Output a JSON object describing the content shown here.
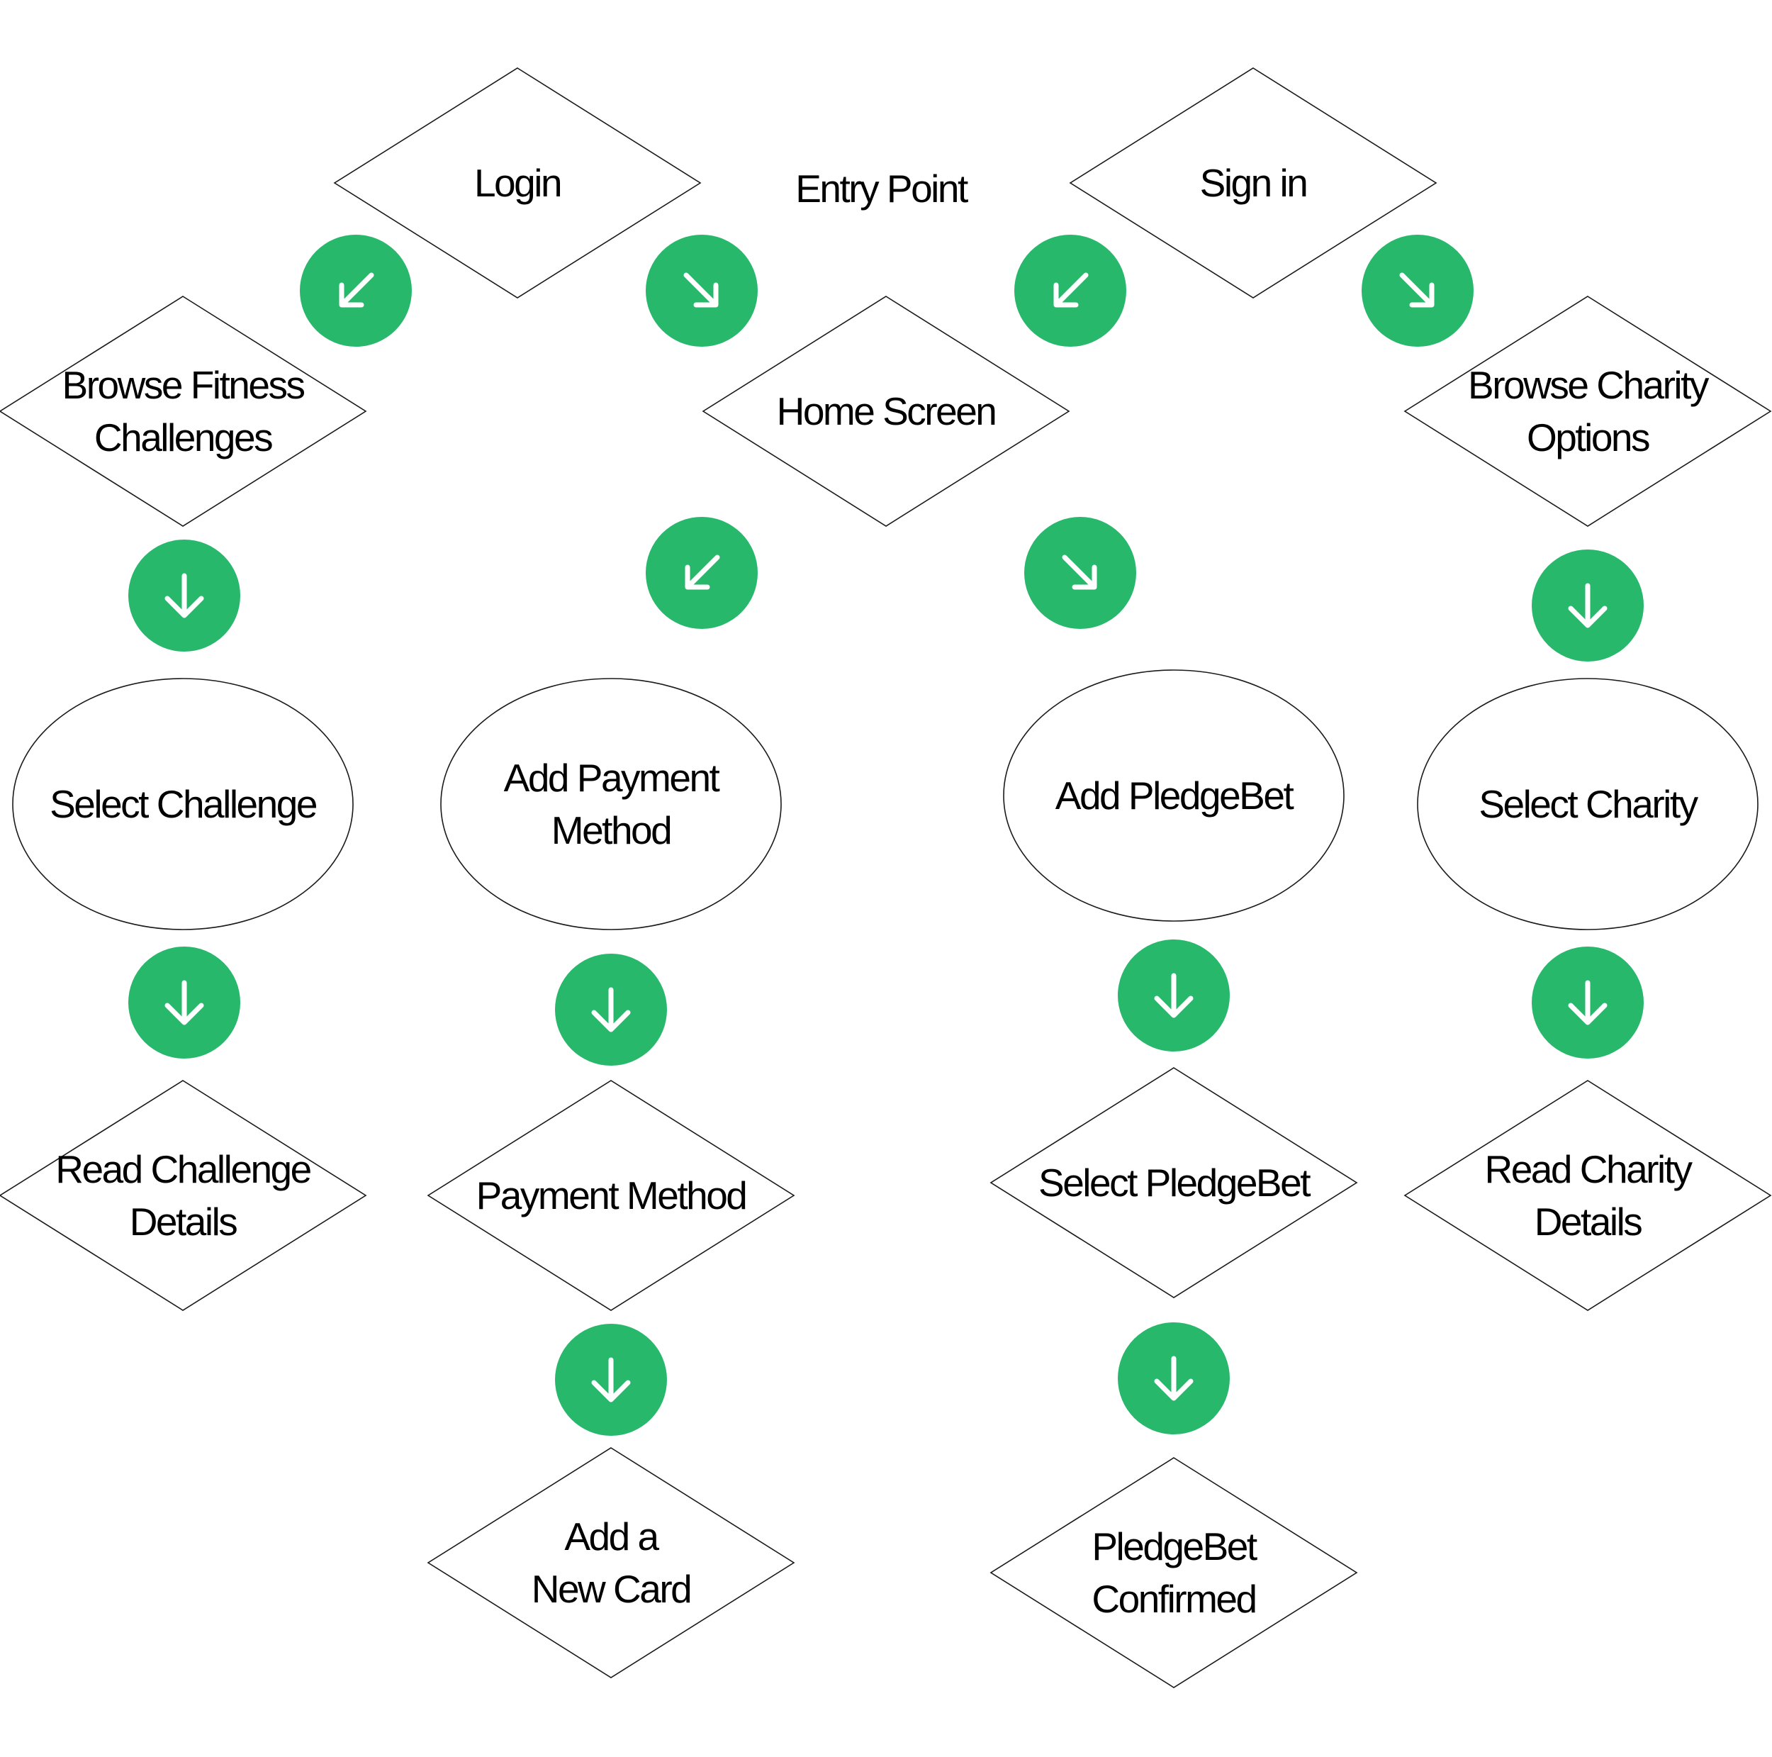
{
  "colors": {
    "arrow_fill": "#27b86b",
    "arrow_glyph": "#ffffff",
    "outline": "#1a1a1a",
    "text": "#000000"
  },
  "entry_label": "Entry Point",
  "nodes": [
    {
      "id": "login",
      "shape": "diamond",
      "lines": [
        "Login"
      ]
    },
    {
      "id": "sign-in",
      "shape": "diamond",
      "lines": [
        "Sign in"
      ]
    },
    {
      "id": "browse-fitness-challenges",
      "shape": "diamond",
      "lines": [
        "Browse Fitness",
        "Challenges"
      ]
    },
    {
      "id": "home-screen",
      "shape": "diamond",
      "lines": [
        "Home Screen"
      ]
    },
    {
      "id": "browse-charity-options",
      "shape": "diamond",
      "lines": [
        "Browse Charity",
        "Options"
      ]
    },
    {
      "id": "select-challenge",
      "shape": "ellipse",
      "lines": [
        "Select Challenge"
      ]
    },
    {
      "id": "add-payment-method",
      "shape": "ellipse",
      "lines": [
        "Add Payment",
        "Method"
      ]
    },
    {
      "id": "add-pledgebet",
      "shape": "ellipse",
      "lines": [
        "Add PledgeBet"
      ]
    },
    {
      "id": "select-charity",
      "shape": "ellipse",
      "lines": [
        "Select Charity"
      ]
    },
    {
      "id": "read-challenge-details",
      "shape": "diamond",
      "lines": [
        "Read Challenge",
        "Details"
      ]
    },
    {
      "id": "payment-method",
      "shape": "diamond",
      "lines": [
        "Payment Method"
      ]
    },
    {
      "id": "select-pledgebet",
      "shape": "diamond",
      "lines": [
        "Select PledgeBet"
      ]
    },
    {
      "id": "read-charity-details",
      "shape": "diamond",
      "lines": [
        "Read Charity",
        "Details"
      ]
    },
    {
      "id": "add-a-new-card",
      "shape": "diamond",
      "lines": [
        "Add a",
        "New Card"
      ]
    },
    {
      "id": "pledgebet-confirmed",
      "shape": "diamond",
      "lines": [
        "PledgeBet",
        "Confirmed"
      ]
    }
  ],
  "connectors": [
    {
      "from": "login",
      "to": "browse-fitness-challenges",
      "icon": "arrow-down-left-icon"
    },
    {
      "from": "login",
      "to": "home-screen",
      "icon": "arrow-down-right-icon"
    },
    {
      "from": "sign-in",
      "to": "home-screen",
      "icon": "arrow-down-left-icon"
    },
    {
      "from": "sign-in",
      "to": "browse-charity-options",
      "icon": "arrow-down-right-icon"
    },
    {
      "from": "browse-fitness-challenges",
      "to": "select-challenge",
      "icon": "arrow-down-icon"
    },
    {
      "from": "home-screen",
      "to": "add-payment-method",
      "icon": "arrow-down-left-icon"
    },
    {
      "from": "home-screen",
      "to": "add-pledgebet",
      "icon": "arrow-down-right-icon"
    },
    {
      "from": "browse-charity-options",
      "to": "select-charity",
      "icon": "arrow-down-icon"
    },
    {
      "from": "select-challenge",
      "to": "read-challenge-details",
      "icon": "arrow-down-icon"
    },
    {
      "from": "add-payment-method",
      "to": "payment-method",
      "icon": "arrow-down-icon"
    },
    {
      "from": "add-pledgebet",
      "to": "select-pledgebet",
      "icon": "arrow-down-icon"
    },
    {
      "from": "select-charity",
      "to": "read-charity-details",
      "icon": "arrow-down-icon"
    },
    {
      "from": "payment-method",
      "to": "add-a-new-card",
      "icon": "arrow-down-icon"
    },
    {
      "from": "select-pledgebet",
      "to": "pledgebet-confirmed",
      "icon": "arrow-down-icon"
    }
  ]
}
